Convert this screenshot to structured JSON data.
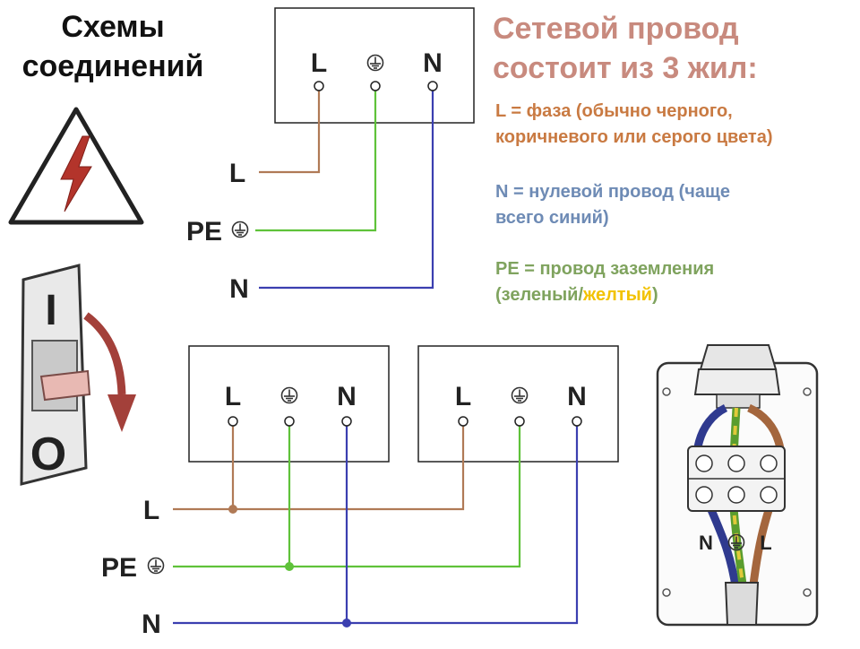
{
  "title_left": [
    "Схемы",
    "соединений"
  ],
  "title_right": [
    "Сетевой провод",
    "состоит из 3 жил:"
  ],
  "legend": {
    "l": {
      "key": "L",
      "text_line1": " = фаза (обычно черного,",
      "text_line2": "коричневого или серого цвета)"
    },
    "n": {
      "line1": "N  = нулевой провод (чаще",
      "line2": "всего синий)"
    },
    "pe": {
      "line1": "PE = провод заземления",
      "line2_a": "(зеленый/",
      "line2_b": "желтый",
      "line2_c": ")"
    }
  },
  "terminal_labels": {
    "l": "L",
    "n": "N",
    "pe": "PE"
  },
  "switch_labels": {
    "on": "I",
    "off": "O"
  },
  "junction_labels": {
    "n": "N",
    "l": "L"
  },
  "colors": {
    "phase": "#b07a56",
    "earth": "#5fc23a",
    "neutral": "#3b3fb0",
    "hazard_red": "#b3342b",
    "arrow_red": "#a3403a",
    "legend_phase": "#c97a42",
    "legend_neutral": "#6e8bb5",
    "legend_earth": "#7fa35e",
    "highlight_yellow": "#f2c200",
    "title_right": "#c88a7e"
  },
  "icons": [
    "hazard-lightning-icon",
    "earth-ground-icon",
    "circuit-breaker-icon",
    "rotation-arrow-icon",
    "junction-box-icon"
  ]
}
